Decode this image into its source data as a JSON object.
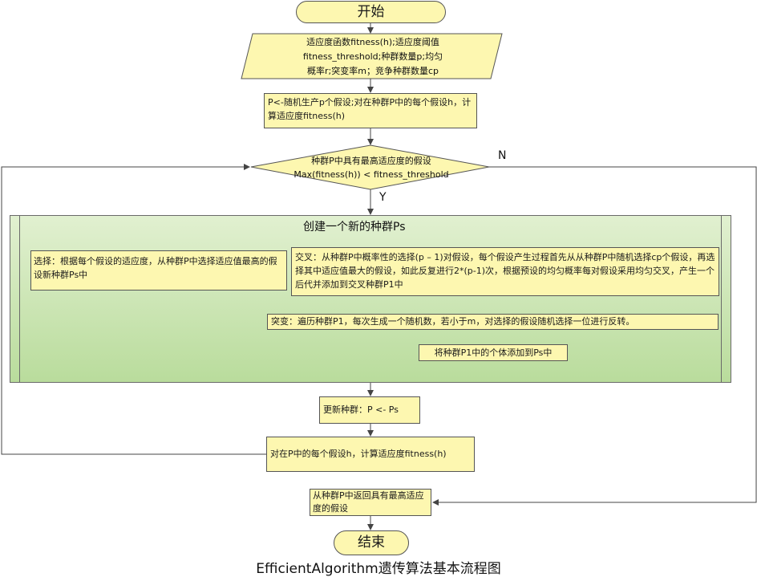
{
  "nodes": {
    "start": "开始",
    "input_line1": "适应度函数fitness(h);适应度阈值",
    "input_line2": "fitness_threshold;种群数量p;均匀",
    "input_line3": "概率r;突变率m；竞争种群数量cp",
    "init": "P<-随机生产p个假设;对在种群P中的每个假设h，计算适应度fitness(h)",
    "decision_line1": "种群P中具有最高适应度的假设",
    "decision_line2": "Max(fitness(h))  < fitness_threshold",
    "group_title": "创建一个新的种群Ps",
    "selection": "选择：根据每个假设的适应度，从种群P中选择适应值最高的假设新种群Ps中",
    "crossover": "交叉：从种群P中概率性的选择(p  –  1)对假设，每个假设产生过程首先从从种群P中随机选择cp个假设，再选择其中适应值最大的假设，如此反复进行2*(p-1)次，根据预设的均匀概率每对假设采用均匀交叉，产生一个后代并添加到交叉种群P1中",
    "mutation": "突变：遍历种群P1，每次生成一个随机数，若小于m，对选择的假设随机选择一位进行反转。",
    "add": "将种群P1中的个体添加到Ps中",
    "update": "更新种群：P <- Ps",
    "recompute": "对在P中的每个假设h，计算适应度fitness(h)",
    "return": "从种群P中返回具有最高适应度的假设",
    "end": "结束"
  },
  "labels": {
    "no": "N",
    "yes": "Y"
  },
  "caption": "EfficientAlgorithm遗传算法基本流程图",
  "colors": {
    "node_fill": "#fdf7b0",
    "group_fill": "#c5e3ad",
    "line": "#444444"
  }
}
